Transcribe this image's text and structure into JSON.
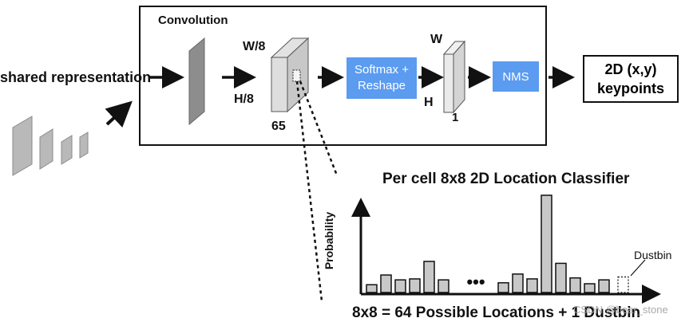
{
  "labels": {
    "convolution": "Convolution",
    "shared_representation": "shared representation",
    "w8": "W/8",
    "h8": "H/8",
    "channels": "65",
    "softmax_reshape": "Softmax + Reshape",
    "w": "W",
    "h": "H",
    "one": "1",
    "nms": "NMS",
    "keypoints": "2D (x,y) keypoints",
    "watermark": "CSDN @bear_stone"
  },
  "chart_data": {
    "type": "bar",
    "title": "Per cell 8x8 2D Location Classifier",
    "ylabel": "Probability",
    "xlabel": "8x8 = 64 Possible Locations + 1 Dustbin",
    "annotation": "Dustbin",
    "ellipsis": "•••",
    "groups": [
      {
        "values": [
          0.08,
          0.18,
          0.13,
          0.14,
          0.32,
          0.13
        ]
      },
      {
        "values": [
          0.1,
          0.19,
          0.14,
          1.0,
          0.3,
          0.15,
          0.09,
          0.13
        ]
      }
    ],
    "dustbin_value": 0.16
  }
}
